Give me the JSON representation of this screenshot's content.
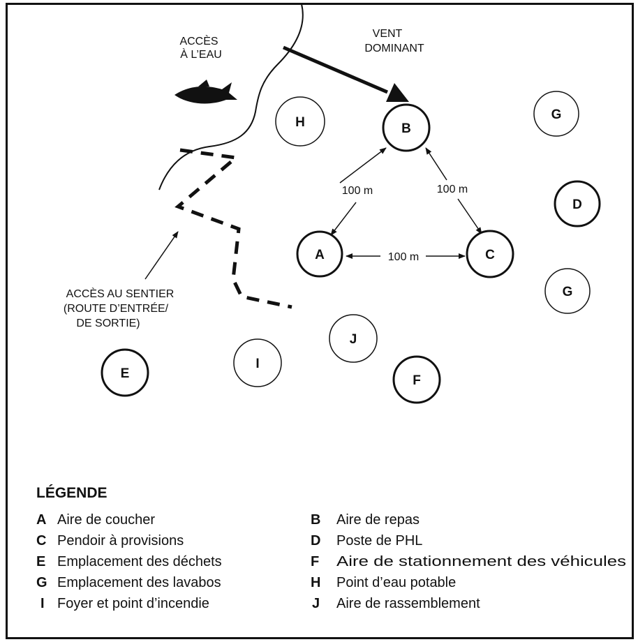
{
  "labels": {
    "water_access": [
      "ACCÈS",
      "À L’EAU"
    ],
    "prevailing_wind": [
      "VENT",
      "DOMINANT"
    ],
    "trail_access": [
      "ACCÈS AU SENTIER",
      "(ROUTE D’ENTRÉE/",
      "DE SORTIE)"
    ],
    "distance_ab": "100 m",
    "distance_bc": "100 m",
    "distance_ac": "100 m"
  },
  "sites": {
    "A": "A",
    "B": "B",
    "C": "C",
    "D": "D",
    "E": "E",
    "F": "F",
    "G1": "G",
    "G2": "G",
    "H": "H",
    "I": "I",
    "J": "J"
  },
  "legend": {
    "title": "LÉGENDE",
    "left": [
      {
        "letter": "A",
        "text": "Aire de coucher"
      },
      {
        "letter": "C",
        "text": "Pendoir à provisions"
      },
      {
        "letter": "E",
        "text": "Emplacement des déchets"
      },
      {
        "letter": "G",
        "text": "Emplacement des lavabos"
      },
      {
        "letter": "I",
        "text": "Foyer et point d’incendie"
      }
    ],
    "right": [
      {
        "letter": "B",
        "text": "Aire de repas"
      },
      {
        "letter": "D",
        "text": "Poste de PHL"
      },
      {
        "letter": "F",
        "text": "Aire de stationnement des véhicules"
      },
      {
        "letter": "H",
        "text": "Point d’eau potable"
      },
      {
        "letter": "J",
        "text": "Aire de rassemblement"
      }
    ]
  },
  "icons": {
    "fish": "fish-icon",
    "wind_arrow": "wind-arrow-icon"
  }
}
